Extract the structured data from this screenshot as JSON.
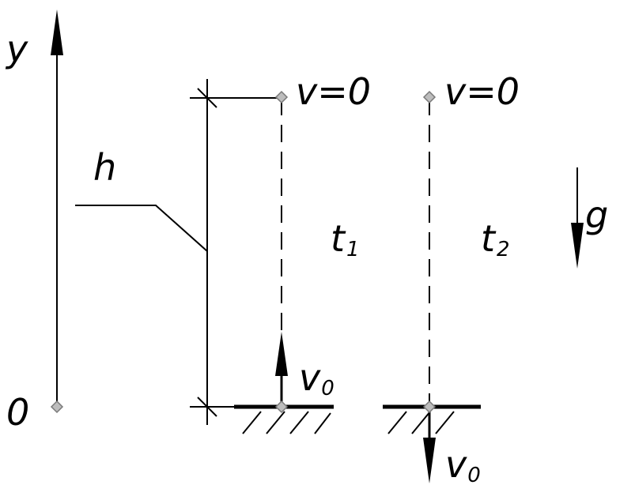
{
  "axis": {
    "y_label": "y",
    "origin_label": "0"
  },
  "height": {
    "label": "h"
  },
  "gravity": {
    "label": "g"
  },
  "case_1": {
    "top_label": "v=0",
    "time_main": "t",
    "time_sub": "1",
    "velocity_main": "v",
    "velocity_sub": "0"
  },
  "case_2": {
    "top_label": "v=0",
    "time_main": "t",
    "time_sub": "2",
    "velocity_main": "v",
    "velocity_sub": "0"
  },
  "colors": {
    "ink": "#000000",
    "point_fill": "#bdbdbd",
    "point_stroke": "#7a7a7a"
  }
}
